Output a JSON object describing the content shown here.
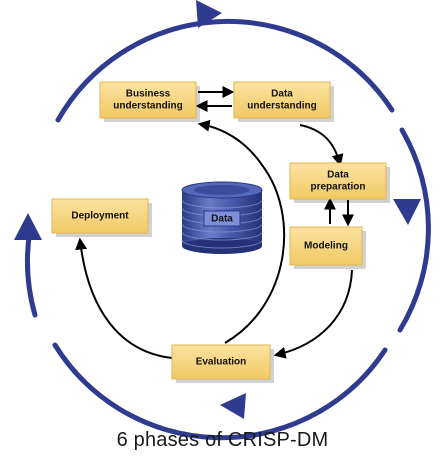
{
  "diagram": {
    "phases": {
      "business_understanding": [
        "Business",
        "understanding"
      ],
      "data_understanding": [
        "Data",
        "understanding"
      ],
      "data_preparation": [
        "Data",
        "preparation"
      ],
      "modeling": [
        "Modeling"
      ],
      "evaluation": [
        "Evaluation"
      ],
      "deployment": [
        "Deployment"
      ]
    },
    "data_store_label": "Data",
    "colors": {
      "outer_cycle": "#2e3b8f",
      "phase_box": "#f5d27a",
      "phase_border": "#e0b652",
      "inner_arrows": "#000000",
      "data_cylinder": "#3d4f9e"
    }
  },
  "caption": "6 phases  of CRISP-DM"
}
